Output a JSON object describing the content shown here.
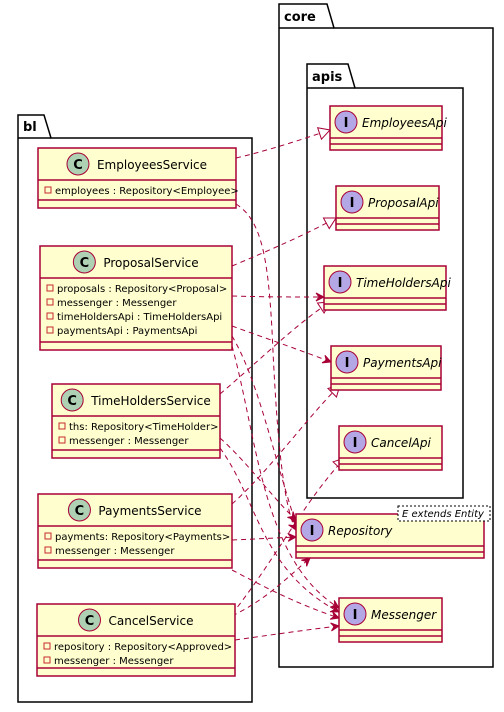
{
  "packages": {
    "bl": "bl",
    "core": "core",
    "apis": "apis"
  },
  "colors": {
    "box_fill": "#FEFECE",
    "box_border": "#A80036",
    "class_circle": "#ADD1B2",
    "interface_circle": "#B4A7E5",
    "arrow": "#A80036"
  },
  "classes": [
    {
      "name": "EmployeesService",
      "fields": [
        "employees : Repository<Employee>"
      ]
    },
    {
      "name": "ProposalService",
      "fields": [
        "proposals : Repository<Proposal>",
        "messenger : Messenger",
        "timeHoldersApi : TimeHoldersApi",
        "paymentsApi : PaymentsApi"
      ]
    },
    {
      "name": "TimeHoldersService",
      "fields": [
        "ths: Repository<TimeHolder>",
        "messenger : Messenger"
      ]
    },
    {
      "name": "PaymentsService",
      "fields": [
        "payments: Repository<Payments>",
        "messenger : Messenger"
      ]
    },
    {
      "name": "CancelService",
      "fields": [
        "repository : Repository<Approved>",
        "messenger : Messenger"
      ]
    }
  ],
  "interfaces": [
    {
      "name": "EmployeesApi"
    },
    {
      "name": "ProposalApi"
    },
    {
      "name": "TimeHoldersApi"
    },
    {
      "name": "PaymentsApi"
    },
    {
      "name": "CancelApi"
    },
    {
      "name": "Repository",
      "generic": "E extends Entity"
    },
    {
      "name": "Messenger"
    }
  ],
  "class_stereotype_letter": "C",
  "interface_stereotype_letter": "I",
  "field_visibility": "-"
}
